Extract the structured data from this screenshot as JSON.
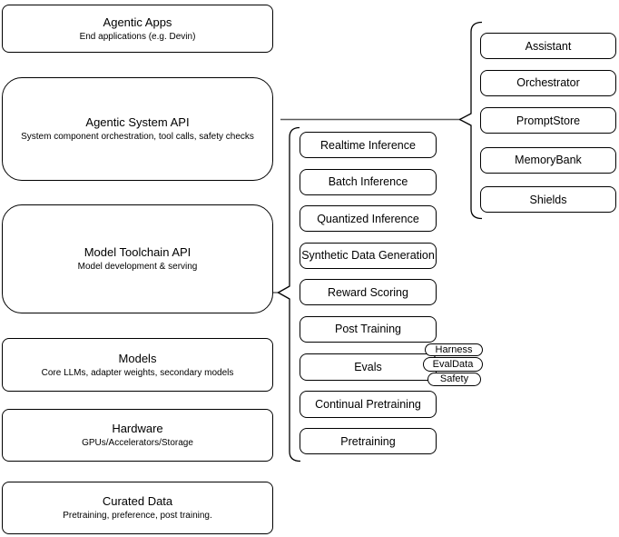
{
  "colors": {
    "background": "#ffffff",
    "node_fill": "#ffffff",
    "node_border": "#000000",
    "text": "#000000",
    "connector": "#595959"
  },
  "stack": [
    {
      "title": "Agentic Apps",
      "subtitle": "End applications (e.g. Devin)"
    },
    {
      "title": "Agentic System API",
      "subtitle": "System component orchestration, tool calls, safety checks"
    },
    {
      "title": "Model Toolchain API",
      "subtitle": "Model development & serving"
    },
    {
      "title": "Models",
      "subtitle": "Core LLMs, adapter weights, secondary models"
    },
    {
      "title": "Hardware",
      "subtitle": "GPUs/Accelerators/Storage"
    },
    {
      "title": "Curated Data",
      "subtitle": "Pretraining, preference, post training."
    }
  ],
  "toolchain_items": [
    "Realtime Inference",
    "Batch Inference",
    "Quantized Inference",
    "Synthetic Data Generation",
    "Reward Scoring",
    "Post Training",
    "Evals",
    "Continual Pretraining",
    "Pretraining"
  ],
  "evals_tags": [
    "Harness",
    "EvalData",
    "Safety"
  ],
  "system_components": [
    "Assistant",
    "Orchestrator",
    "PromptStore",
    "MemoryBank",
    "Shields"
  ]
}
